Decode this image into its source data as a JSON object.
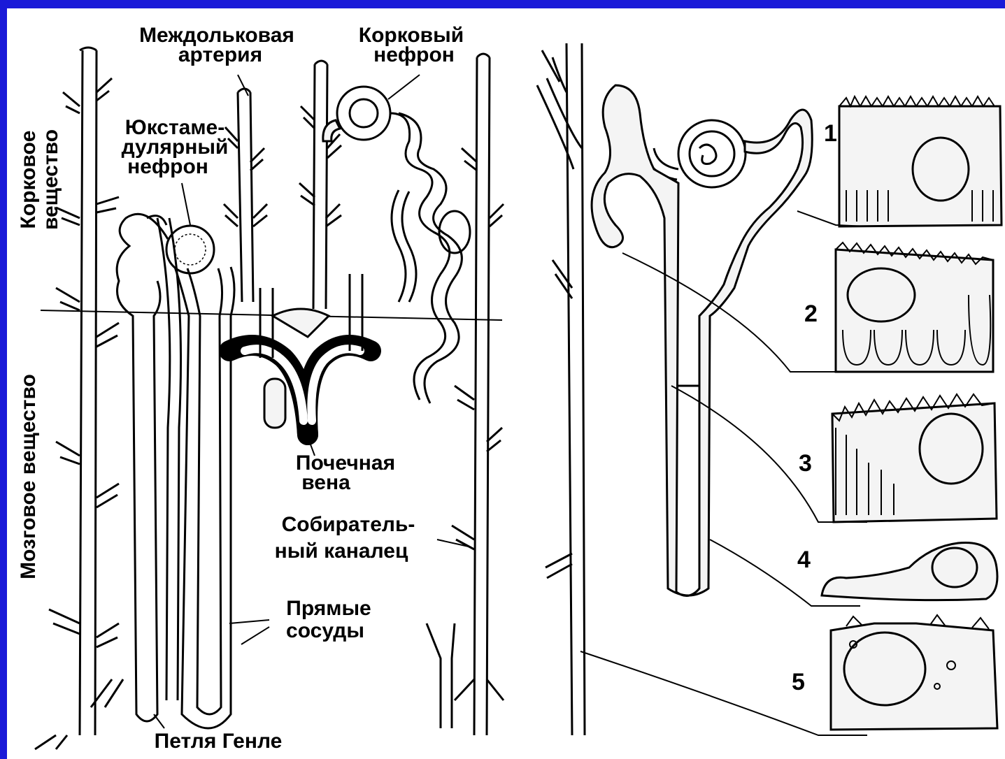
{
  "labels": {
    "interlobular_artery_1": "Междольковая",
    "interlobular_artery_2": "артерия",
    "cortical_nephron_1": "Корковый",
    "cortical_nephron_2": "нефрон",
    "juxta_1": "Юкстаме-",
    "juxta_2": "дулярный",
    "juxta_3": "нефрон",
    "cortex_1": "Корковое",
    "cortex_2": "вещество",
    "medulla": "Мозговое вещество",
    "renal_vein_1": "Почечная",
    "renal_vein_2": "вена",
    "collecting_duct_1": "Собиратель-",
    "collecting_duct_2": "ный каналец",
    "vasa_recta_1": "Прямые",
    "vasa_recta_2": "сосуды",
    "henle_loop": "Петля Генле"
  },
  "cell_numbers": [
    "1",
    "2",
    "3",
    "4",
    "5"
  ],
  "colors": {
    "frame": "#1a1ad8",
    "panel": "#ffffff",
    "ink": "#000000"
  }
}
